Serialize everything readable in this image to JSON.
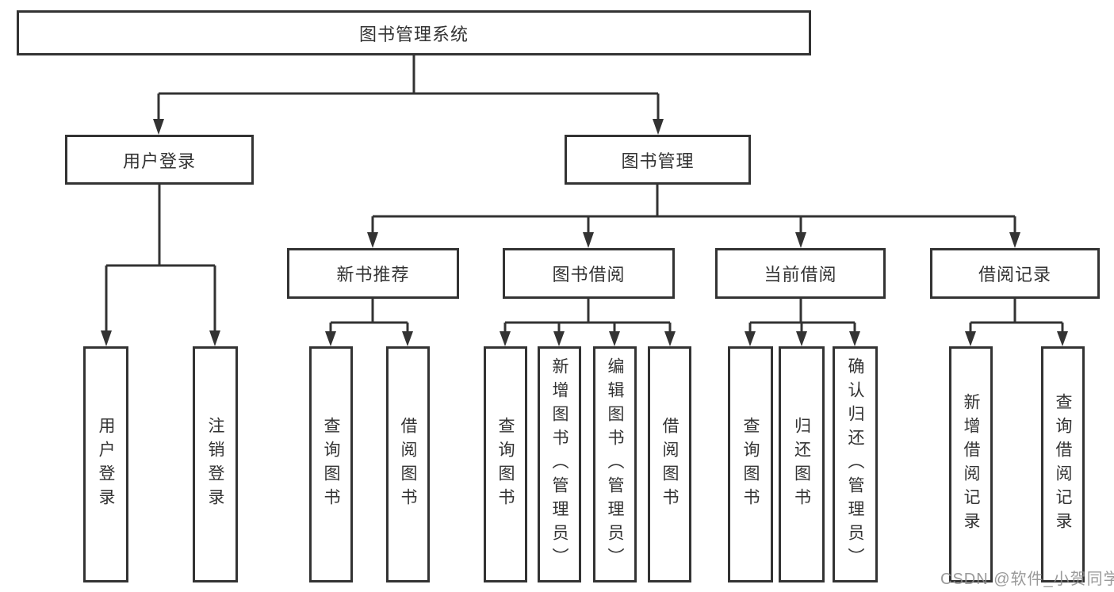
{
  "diagram": {
    "root": {
      "label": "图书管理系统"
    },
    "level2": [
      {
        "label": "用户登录"
      },
      {
        "label": "图书管理"
      }
    ],
    "level3": [
      {
        "label": "新书推荐"
      },
      {
        "label": "图书借阅"
      },
      {
        "label": "当前借阅"
      },
      {
        "label": "借阅记录"
      }
    ],
    "leaves": [
      {
        "label": "用户登录"
      },
      {
        "label": "注销登录"
      },
      {
        "label": "查询图书"
      },
      {
        "label": "借阅图书"
      },
      {
        "label": "查询图书"
      },
      {
        "label": "新增图书（管理员）"
      },
      {
        "label": "编辑图书（管理员）"
      },
      {
        "label": "借阅图书"
      },
      {
        "label": "查询图书"
      },
      {
        "label": "归还图书"
      },
      {
        "label": "确认归还（管理员）"
      },
      {
        "label": "新增借阅记录"
      },
      {
        "label": "查询借阅记录"
      }
    ]
  },
  "watermark": {
    "text": "CSDN @软件_小贺同学"
  },
  "colors": {
    "line": "#333333",
    "text": "#333333",
    "background": "#ffffff",
    "watermark": "#8c8c8c"
  }
}
